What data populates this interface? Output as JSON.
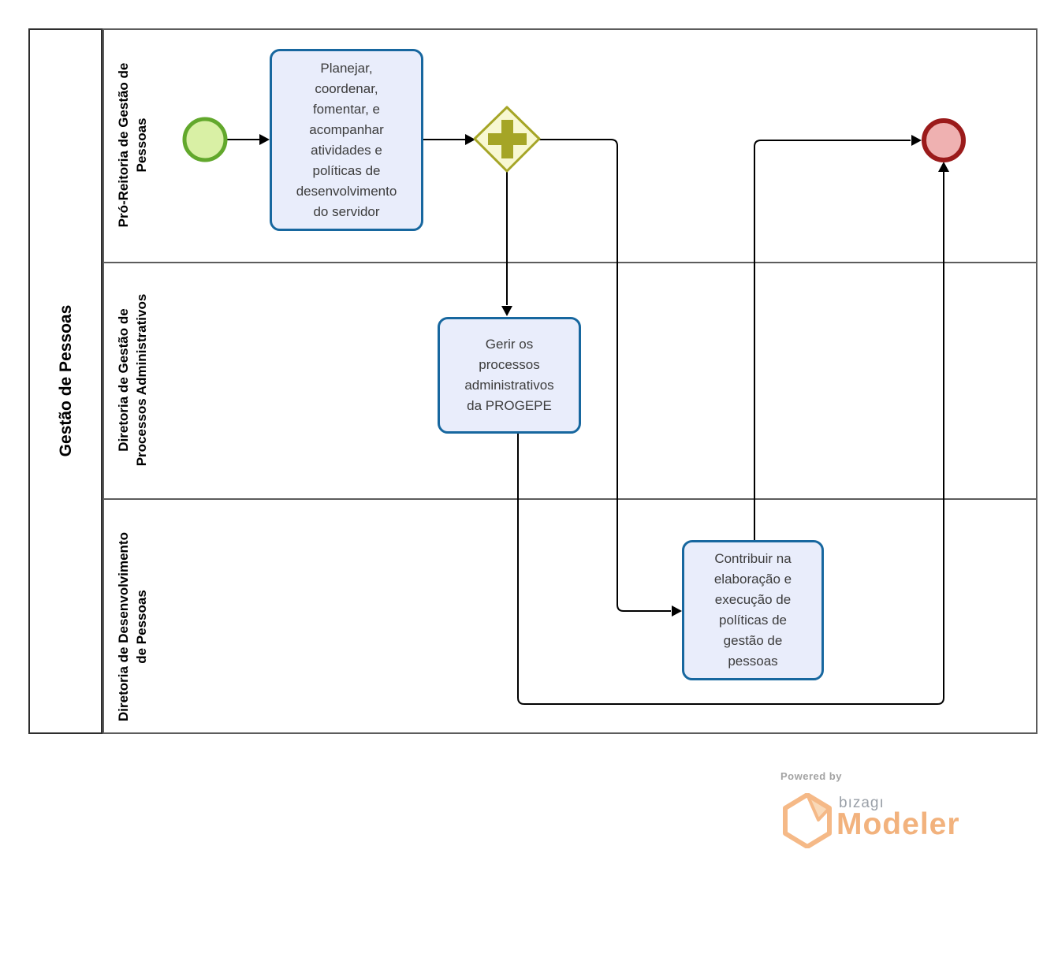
{
  "pool": {
    "label": "Gestão de Pessoas"
  },
  "lanes": [
    {
      "label": "Pró-Reitoria de Gestão de\nPessoas"
    },
    {
      "label": "Diretoria de Gestão de\nProcessos Administrativos"
    },
    {
      "label": "Diretoria de Desenvolvimento\nde Pessoas"
    }
  ],
  "nodes": {
    "start_event": {
      "type": "start-event"
    },
    "end_event": {
      "type": "end-event"
    },
    "gateway": {
      "type": "parallel-gateway"
    },
    "task_planejar": {
      "label": "Planejar,\ncoordenar,\nfomentar, e\nacompanhar\natividades e\npolíticas de\ndesenvolvimento\ndo servidor"
    },
    "task_gerir": {
      "label": "Gerir os\nprocessos\nadministrativos\nda PROGEPE"
    },
    "task_contribuir": {
      "label": "Contribuir na\nelaboração e\nexecução de\npolíticas de\ngestão de\npessoas"
    }
  },
  "colors": {
    "task_fill": "#e9edfb",
    "task_border": "#17679f",
    "start_fill": "#d9f0a5",
    "start_border": "#62a82c",
    "end_fill": "#efb1b1",
    "end_border": "#9b1b1b",
    "gateway_fill": "#f8f8d2",
    "gateway_border": "#a5a526",
    "connector": "#000000",
    "lane_border": "#5c5c5c",
    "pool_border": "#2e2e2e",
    "logo_orange": "#f2b27d",
    "logo_gray": "#9aa0a8"
  },
  "footer": {
    "powered_by": "Powered by",
    "brand": "bızagı",
    "product": "Modeler"
  }
}
